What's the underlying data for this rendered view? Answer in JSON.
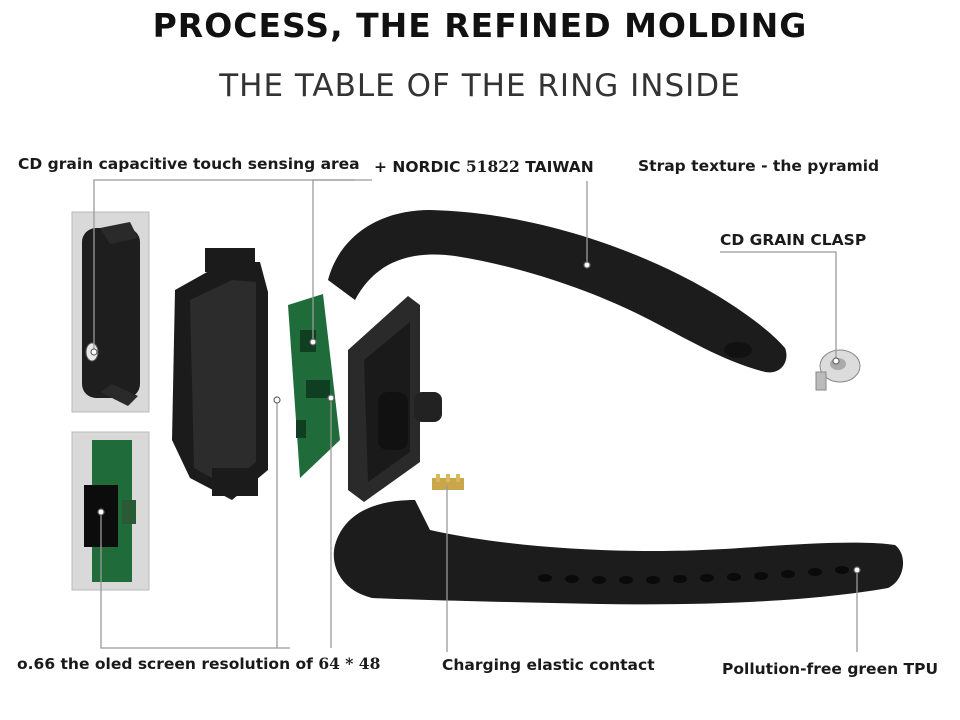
{
  "header": {
    "title": "PROCESS, THE REFINED MOLDING",
    "subtitle": "THE TABLE OF THE RING INSIDE"
  },
  "callouts": {
    "touch_area": "CD grain capacitive touch sensing area",
    "chip_prefix": "+ NORDIC ",
    "chip_number": "51822",
    "chip_suffix": " TAIWAN",
    "strap_texture": "Strap texture - the pyramid",
    "clasp": "CD GRAIN CLASP",
    "oled_prefix": "o.66 the oled screen resolution of ",
    "oled_resolution": "64 * 48",
    "charging": "Charging elastic contact",
    "tpu": "Pollution-free green TPU"
  },
  "colors": {
    "background": "#ffffff",
    "strap": "#1c1c1c",
    "pcb": "#1f6b3a",
    "leader_line": "#9a9a9a"
  }
}
